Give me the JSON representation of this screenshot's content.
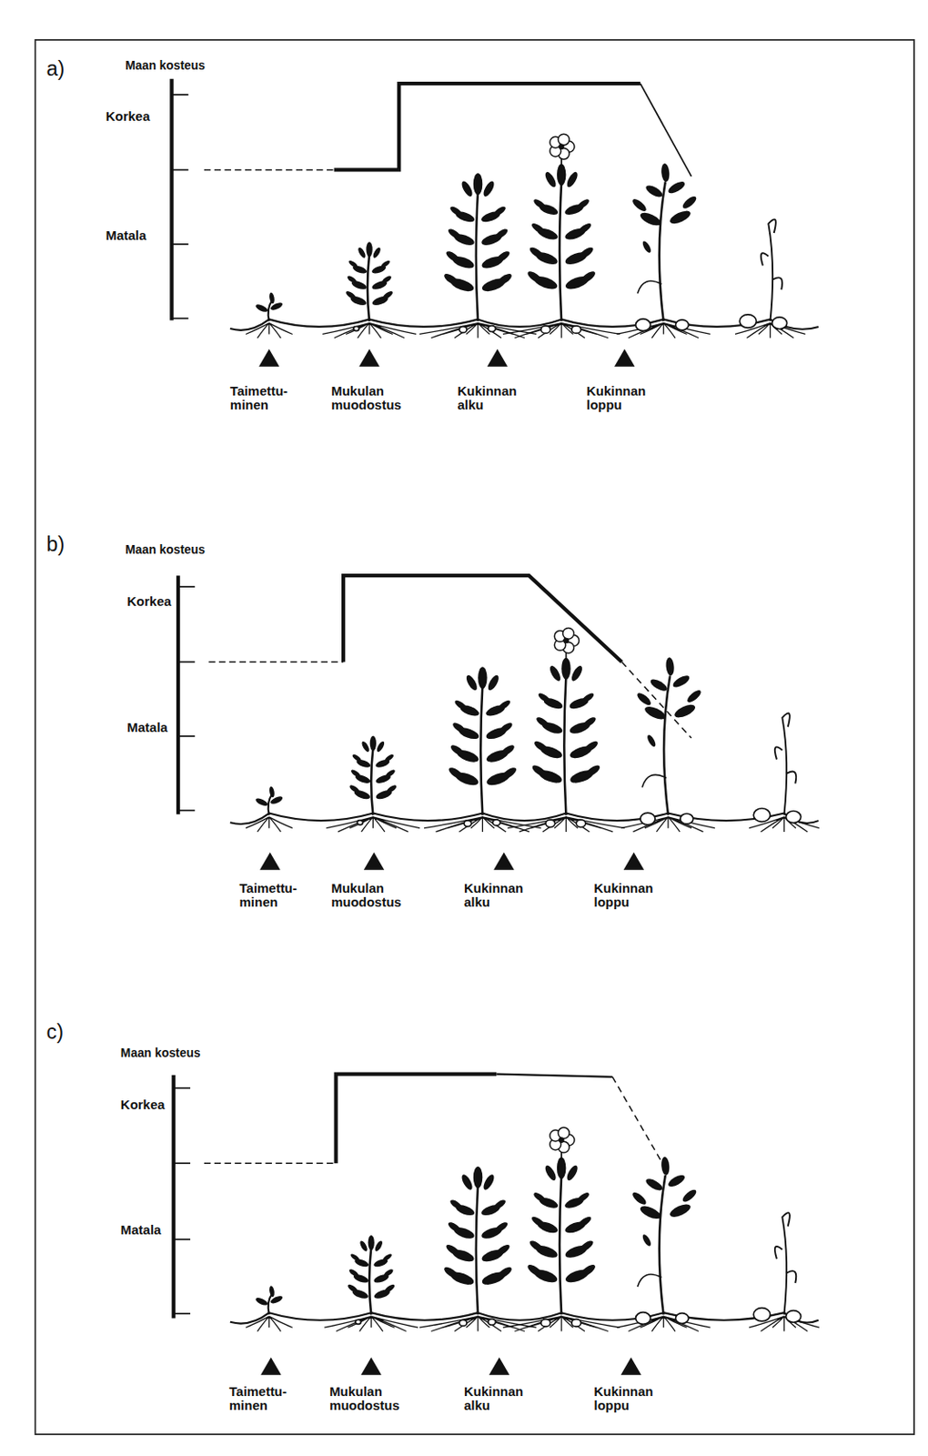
{
  "diagram": {
    "labels": [
      "a)",
      "Maan kosteus",
      "Korkea",
      "Matala",
      "Taimettu- minen",
      "Mukulan muodostus",
      "Kukinnan alku",
      "Kukinnan loppu",
      "b)",
      "Maan kosteus",
      "Korkea",
      "Matala",
      "Taimettu- minen",
      "Mukulan muodostus",
      "Kukinnan alku",
      "Kukinnan loppu",
      "c)",
      "Maan kosteus",
      "Korkea",
      "Matala",
      "Taimettu- minen",
      "Mukulan muodostus",
      "Kukinnan alku",
      "Kukinnan loppu"
    ]
  }
}
